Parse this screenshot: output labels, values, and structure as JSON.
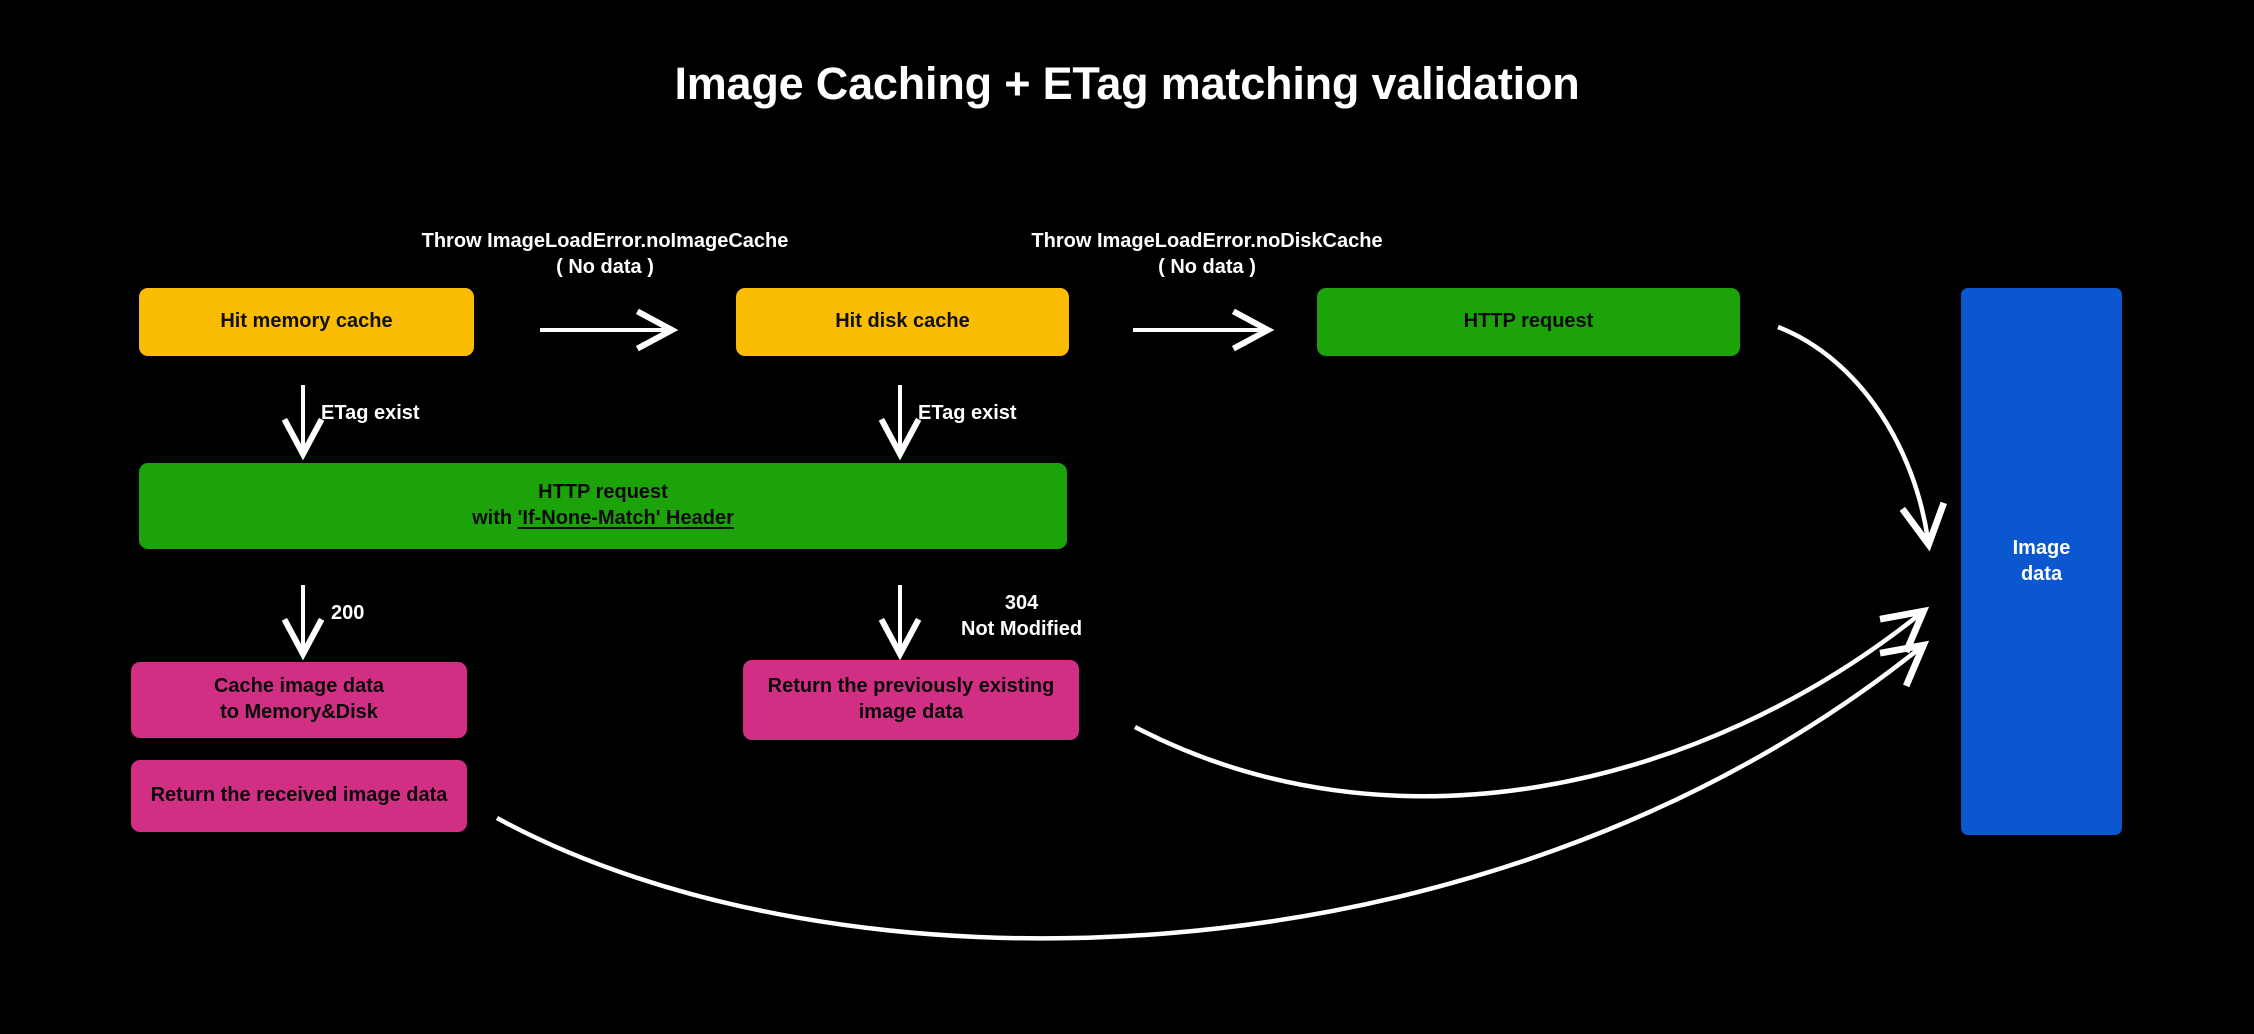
{
  "diagram": {
    "title": "Image Caching + ETag matching validation",
    "background_color": "#000000",
    "colors": {
      "amber": "#fbbc04",
      "green": "#1ca30a",
      "pink": "#d12f84",
      "blue": "#0b57d0",
      "arrow": "#ffffff",
      "title_text": "#ffffff"
    },
    "nodes": {
      "memory_cache": "Hit memory cache",
      "disk_cache": "Hit disk cache",
      "http_request_top": "HTTP request",
      "http_request_inm_line1": "HTTP request",
      "http_request_inm_line2_prefix": "with ",
      "http_request_inm_line2_underlined": "'If-None-Match' Header",
      "cache_image_data": "Cache image data\nto Memory&Disk",
      "return_received": "Return the received image data",
      "return_previous": "Return the previously existing image data",
      "image_data": "Image\ndata"
    },
    "edge_labels": {
      "no_image_cache": "Throw ImageLoadError.noImageCache\n( No data )",
      "no_disk_cache": "Throw ImageLoadError.noDiskCache\n( No data )",
      "etag_exist_1": "ETag exist",
      "etag_exist_2": "ETag exist",
      "status_200": "200",
      "status_304": "304\nNot Modified"
    }
  }
}
